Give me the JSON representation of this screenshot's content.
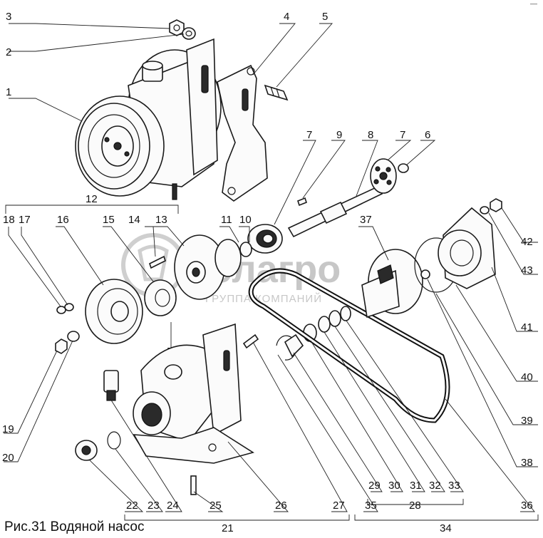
{
  "caption": "Рис.31 Водяной насос",
  "watermark": {
    "brand": "белагро",
    "subtitle": "ГРУППА КОМПАНИЙ"
  },
  "callouts": [
    {
      "id": "c3",
      "label": "3"
    },
    {
      "id": "c2",
      "label": "2"
    },
    {
      "id": "c1",
      "label": "1"
    },
    {
      "id": "c4",
      "label": "4"
    },
    {
      "id": "c5",
      "label": "5"
    },
    {
      "id": "c7a",
      "label": "7"
    },
    {
      "id": "c9",
      "label": "9"
    },
    {
      "id": "c8",
      "label": "8"
    },
    {
      "id": "c7b",
      "label": "7"
    },
    {
      "id": "c6",
      "label": "6"
    },
    {
      "id": "c12",
      "label": "12"
    },
    {
      "id": "c18",
      "label": "18"
    },
    {
      "id": "c17",
      "label": "17"
    },
    {
      "id": "c16",
      "label": "16"
    },
    {
      "id": "c15",
      "label": "15"
    },
    {
      "id": "c14",
      "label": "14"
    },
    {
      "id": "c13",
      "label": "13"
    },
    {
      "id": "c11",
      "label": "11"
    },
    {
      "id": "c10",
      "label": "10"
    },
    {
      "id": "c37",
      "label": "37"
    },
    {
      "id": "c42",
      "label": "42"
    },
    {
      "id": "c43",
      "label": "43"
    },
    {
      "id": "c41",
      "label": "41"
    },
    {
      "id": "c40",
      "label": "40"
    },
    {
      "id": "c39",
      "label": "39"
    },
    {
      "id": "c38",
      "label": "38"
    },
    {
      "id": "c19",
      "label": "19"
    },
    {
      "id": "c20",
      "label": "20"
    },
    {
      "id": "c22",
      "label": "22"
    },
    {
      "id": "c23",
      "label": "23"
    },
    {
      "id": "c24",
      "label": "24"
    },
    {
      "id": "c25",
      "label": "25"
    },
    {
      "id": "c26",
      "label": "26"
    },
    {
      "id": "c27",
      "label": "27"
    },
    {
      "id": "c35",
      "label": "35"
    },
    {
      "id": "c29",
      "label": "29"
    },
    {
      "id": "c30",
      "label": "30"
    },
    {
      "id": "c31",
      "label": "31"
    },
    {
      "id": "c32",
      "label": "32"
    },
    {
      "id": "c33",
      "label": "33"
    },
    {
      "id": "c28",
      "label": "28"
    },
    {
      "id": "c36",
      "label": "36"
    },
    {
      "id": "c21",
      "label": "21"
    },
    {
      "id": "c34",
      "label": "34"
    }
  ]
}
